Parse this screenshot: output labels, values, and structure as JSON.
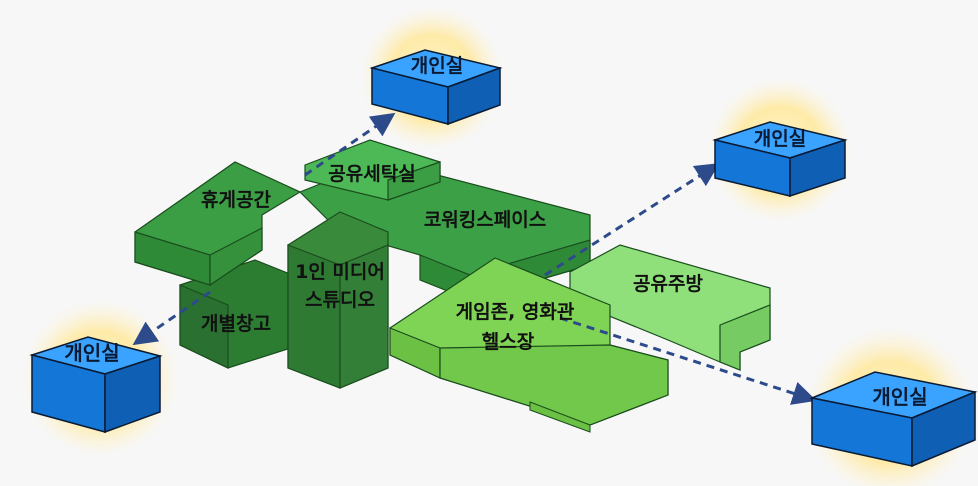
{
  "spaces": {
    "lounge": "휴게공간",
    "laundry": "공유세탁실",
    "coworking": "코워킹스페이스",
    "storage": "개별창고",
    "studio_line1": "1인 미디어",
    "studio_line2": "스튜디오",
    "game_line1": "게임존, 영화관",
    "game_line2": "헬스장",
    "kitchen": "공유주방"
  },
  "rooms": {
    "top": "개인실",
    "right_top": "개인실",
    "left_bottom": "개인실",
    "right_bottom": "개인실"
  },
  "colors": {
    "dark_green": "#2f8a3a",
    "mid_green": "#3fa14a",
    "light_green": "#7fd35a",
    "pale_green": "#8fe07a",
    "room_blue": "#1e90ff",
    "arrow": "#2d4a8a",
    "glow": "#ffe9a8"
  }
}
